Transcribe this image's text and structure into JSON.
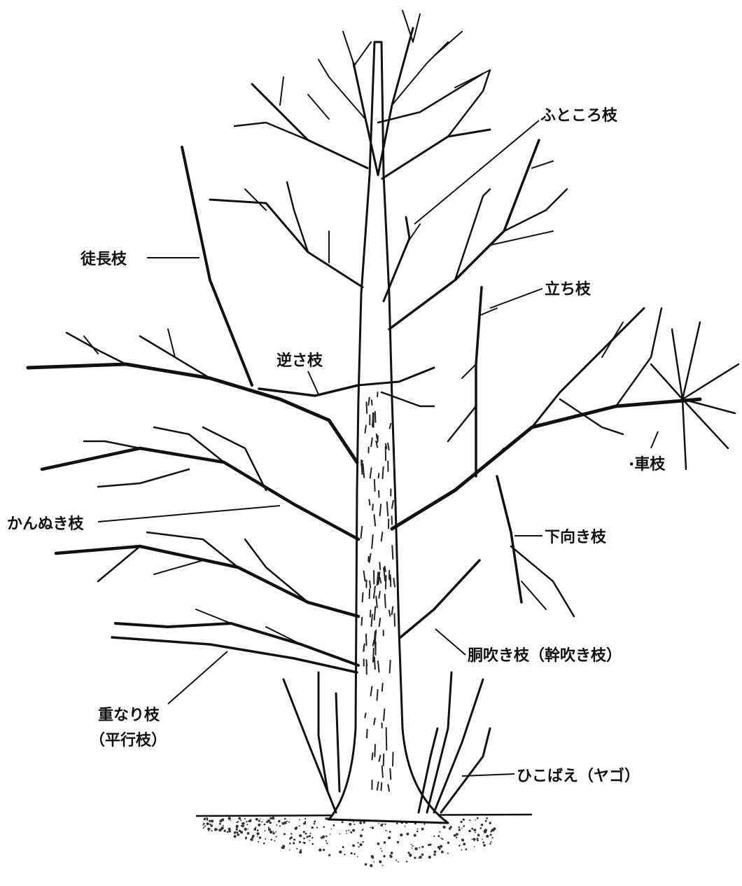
{
  "labels": {
    "futokoro": "ふところ枝",
    "tocho": "徒長枝",
    "tachi": "立ち枝",
    "sakasa": "逆さ枝",
    "kuruma": "·車枝",
    "kannuki": "かんぬき枝",
    "shitamuki": "下向き枝",
    "dobuki": "胴吹き枝（幹吹き枝）",
    "kasanari_1": "重なり枝",
    "kasanari_2": "（平行枝）",
    "hikobae": "ひこばえ（ヤゴ）"
  }
}
